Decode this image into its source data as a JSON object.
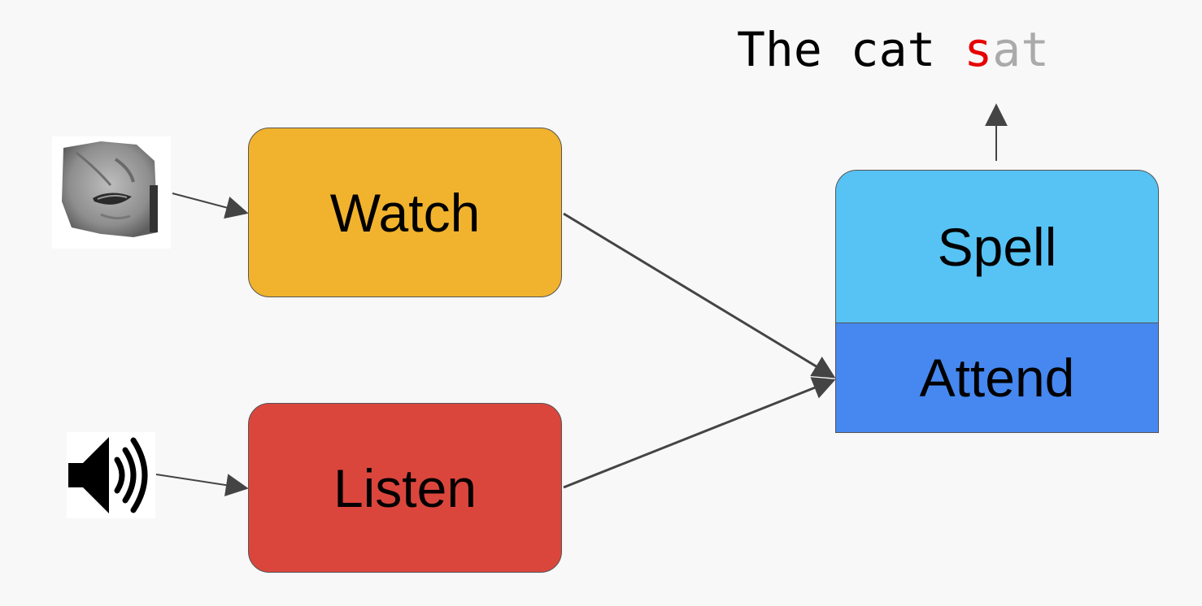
{
  "output": {
    "prefix": "The cat ",
    "current_char": "s",
    "pending": "at"
  },
  "boxes": {
    "watch": "Watch",
    "listen": "Listen",
    "spell": "Spell",
    "attend": "Attend"
  },
  "colors": {
    "watch": "#f1b32d",
    "listen": "#db463c",
    "spell": "#56c3f4",
    "attend": "#4688f0",
    "current_char": "#e60000",
    "pending": "#aaaaaa",
    "arrow": "#444444"
  },
  "icons": {
    "input_video": "face-image",
    "input_audio": "speaker-icon"
  }
}
